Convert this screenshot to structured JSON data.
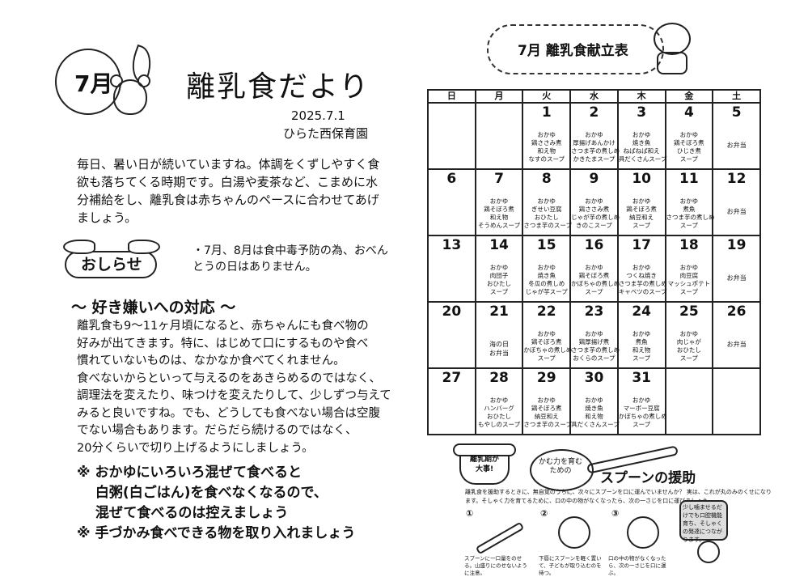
{
  "newsletter": {
    "month_badge": "7月",
    "title": "離乳食だより",
    "date": "2025.7.1",
    "school": "ひらた西保育園",
    "intro": "毎日、暑い日が続いていますね。体調をくずしやすく食欲も落ちてくる時期です。白湯や麦茶など、こまめに水分補給をし、離乳食は赤ちゃんのペースに合わせてあげましょう。",
    "notice_label": "おしらせ",
    "notice_text": "・7月、8月は食中毒予防の為、おべんとうの日はありません。",
    "section_heading": "〜 好き嫌いへの対応 〜",
    "body": [
      "離乳食も9〜11ヶ月頃になると、赤ちゃんにも食べ物の",
      "好みが出てきます。特に、はじめて口にするものや食べ",
      "慣れていないものは、なかなか食べてくれません。",
      "食べないからといって与えるのをあきらめるのではなく、",
      "調理法を変えたり、味つけを変えたりして、少しずつ与えて",
      "みると良いですね。でも、どうしても食べない場合は空腹",
      "でない場合もあります。だらだら続けるのではなく、",
      "20分くらいで切り上げるようにしましょう。"
    ],
    "points": [
      "※ おかゆにいろいろ混ぜて食べると",
      "　 白粥(白ごはん)を食べなくなるので、",
      "　 混ぜて食べるのは控えましょう",
      "※ 手づかみ食べできる物を取り入れましょう"
    ]
  },
  "calendar": {
    "title": "7月 離乳食献立表",
    "weekdays": [
      "日",
      "月",
      "火",
      "水",
      "木",
      "金",
      "土"
    ],
    "weeks": [
      [
        {
          "day": "",
          "menu": []
        },
        {
          "day": "",
          "menu": []
        },
        {
          "day": "1",
          "menu": [
            "おかゆ",
            "鶏ささみ煮",
            "和え物",
            "なすのスープ"
          ]
        },
        {
          "day": "2",
          "menu": [
            "おかゆ",
            "厚揚げあんかけ",
            "さつま芋の煮しめ",
            "かきたまスープ"
          ]
        },
        {
          "day": "3",
          "menu": [
            "おかゆ",
            "焼き魚",
            "ねばねば和え",
            "具だくさんスープ"
          ]
        },
        {
          "day": "4",
          "menu": [
            "おかゆ",
            "鶏そぼろ煮",
            "ひじき煮",
            "スープ"
          ]
        },
        {
          "day": "5",
          "menu": [
            "お弁当"
          ]
        }
      ],
      [
        {
          "day": "6",
          "menu": []
        },
        {
          "day": "7",
          "menu": [
            "おかゆ",
            "鶏そぼろ煮",
            "和え物",
            "そうめんスープ"
          ]
        },
        {
          "day": "8",
          "menu": [
            "おかゆ",
            "ぎせい豆腐",
            "おひたし",
            "さつま芋のスープ"
          ]
        },
        {
          "day": "9",
          "menu": [
            "おかゆ",
            "鶏ささみ煮",
            "じゃが芋の煮しめ",
            "きのこスープ"
          ]
        },
        {
          "day": "10",
          "menu": [
            "おかゆ",
            "鶏そぼろ煮",
            "納豆和え",
            "スープ"
          ]
        },
        {
          "day": "11",
          "menu": [
            "おかゆ",
            "煮魚",
            "さつま芋の煮しめ",
            "スープ"
          ]
        },
        {
          "day": "12",
          "menu": [
            "お弁当"
          ]
        }
      ],
      [
        {
          "day": "13",
          "menu": []
        },
        {
          "day": "14",
          "menu": [
            "おかゆ",
            "肉団子",
            "おひたし",
            "スープ"
          ]
        },
        {
          "day": "15",
          "menu": [
            "おかゆ",
            "焼き魚",
            "冬瓜の煮しめ",
            "じゃが芋スープ"
          ]
        },
        {
          "day": "16",
          "menu": [
            "おかゆ",
            "鶏そぼろ煮",
            "かぼちゃの煮しめ",
            "スープ"
          ]
        },
        {
          "day": "17",
          "menu": [
            "おかゆ",
            "つくね焼き",
            "さつま芋の煮しめ",
            "キャベツのスープ"
          ]
        },
        {
          "day": "18",
          "menu": [
            "おかゆ",
            "肉豆腐",
            "マッシュポテト",
            "スープ"
          ]
        },
        {
          "day": "19",
          "menu": [
            "お弁当"
          ]
        }
      ],
      [
        {
          "day": "20",
          "menu": []
        },
        {
          "day": "21",
          "menu": [
            "海の日",
            "お弁当"
          ]
        },
        {
          "day": "22",
          "menu": [
            "おかゆ",
            "鶏そぼろ煮",
            "かぼちゃの煮しめ",
            "スープ"
          ]
        },
        {
          "day": "23",
          "menu": [
            "おかゆ",
            "鶏厚揚げ煮",
            "さつま芋の煮しめ",
            "おくらのスープ"
          ]
        },
        {
          "day": "24",
          "menu": [
            "おかゆ",
            "煮魚",
            "和え物",
            "スープ"
          ]
        },
        {
          "day": "25",
          "menu": [
            "おかゆ",
            "肉じゃが",
            "おひたし",
            "スープ"
          ]
        },
        {
          "day": "26",
          "menu": [
            "お弁当"
          ]
        }
      ],
      [
        {
          "day": "27",
          "menu": []
        },
        {
          "day": "28",
          "menu": [
            "おかゆ",
            "ハンバーグ",
            "おひたし",
            "もやしのスープ"
          ]
        },
        {
          "day": "29",
          "menu": [
            "おかゆ",
            "鶏そぼろ煮",
            "納豆和え",
            "さつま芋のスープ"
          ]
        },
        {
          "day": "30",
          "menu": [
            "おかゆ",
            "焼き魚",
            "和え物",
            "具だくさんスープ"
          ]
        },
        {
          "day": "31",
          "menu": [
            "おかゆ",
            "マーボー豆腐",
            "かぼちゃの煮しめ",
            "スープ"
          ]
        },
        {
          "day": "",
          "menu": []
        },
        {
          "day": "",
          "menu": []
        }
      ]
    ]
  },
  "spoon_section": {
    "pot_label": "離乳期が大事!",
    "subtitle": "かむ力を育むための",
    "title": "スプーンの援助",
    "description": "離乳食を援助するときに、無自覚のうちに、次々にスプーンを口に運んでいませんか？ 実は、これが丸のみのくせになります。そしゃく力を育てるために、口の中の物がなくなったら、次の一さじを口に運びましょう。",
    "steps": [
      {
        "num": "①",
        "caption": "スプーンに一口量をのせる。山盛りにのせないように注意。"
      },
      {
        "num": "②",
        "caption": "下唇にスプーンを軽く置いて、子どもが取り込むのを待つ。"
      },
      {
        "num": "③",
        "num_caption": "",
        "caption": "口の中の物がなくなったら、次の一さじを口に運ぶ。"
      }
    ],
    "tip": "少し噛ませるだけでも口腔機能育ち、そしゃくの発達につながります。"
  }
}
